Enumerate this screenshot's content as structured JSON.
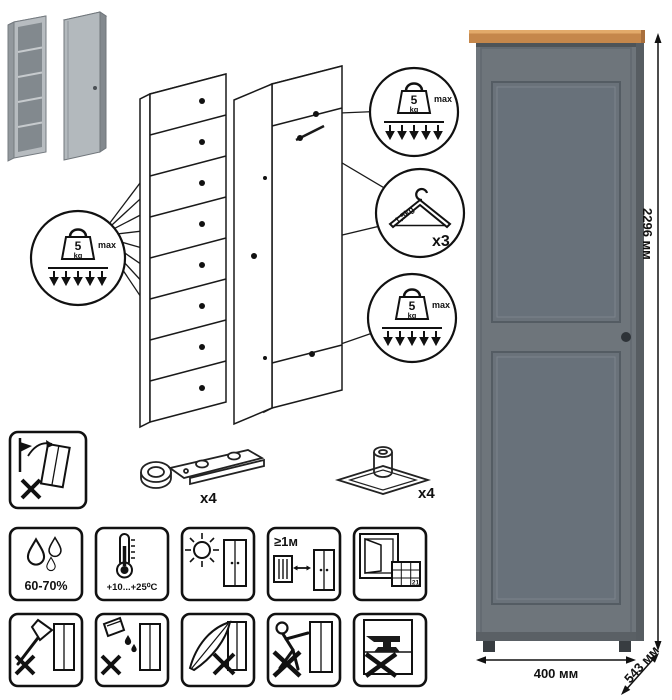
{
  "dimensions": {
    "height": "2296 мм",
    "width": "400 мм",
    "depth": "543 мм"
  },
  "load": {
    "shelf_weight": "5",
    "shelf_unit": "kg",
    "max_label": "max",
    "hanger_weight": "1,5kg",
    "hanger_count": "x3"
  },
  "hardware": {
    "hinge_count": "x4",
    "foot_count": "x4"
  },
  "care": {
    "humidity": "60-70%",
    "temperature": "+10...+25⁰C",
    "distance": "≥1м",
    "window_day": "21"
  },
  "colors": {
    "door": "#6e757b",
    "side": "#575d62",
    "top_trim": "#c5874b",
    "outline": "#1a1a1a"
  },
  "icons": {
    "weight": "kettlebell-5kg-icon",
    "hanger": "clothes-hanger-icon",
    "hinge": "cup-hinge-icon",
    "foot": "adjustable-foot-icon",
    "humidity": "water-drops-icon",
    "temperature": "thermometer-icon",
    "sunlight": "sun-cabinet-icon",
    "heat_distance": "heater-distance-icon",
    "ventilation": "window-calendar-icon",
    "no_sharp_tools": "axe-crossed-icon",
    "no_liquids": "spill-crossed-icon",
    "no_abrasives": "feather-crossed-icon",
    "no_pushing": "person-push-crossed-icon",
    "no_overload": "anvil-crossed-icon",
    "tip_over": "wall-fix-warning-icon"
  }
}
